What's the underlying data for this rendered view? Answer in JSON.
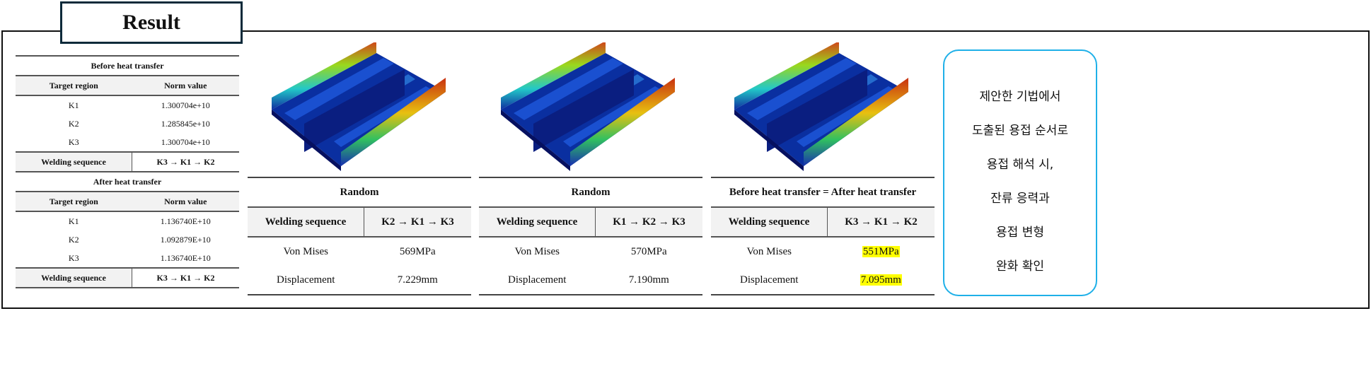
{
  "title": "Result",
  "left": {
    "before": {
      "title": "Before heat transfer",
      "headers": [
        "Target region",
        "Norm value"
      ],
      "rows": [
        [
          "K1",
          "1.300704e+10"
        ],
        [
          "K2",
          "1.285845e+10"
        ],
        [
          "K3",
          "1.300704e+10"
        ]
      ],
      "seq_label": "Welding sequence",
      "seq_value": "K3 → K1 → K2"
    },
    "after": {
      "title": "After heat transfer",
      "headers": [
        "Target region",
        "Norm value"
      ],
      "rows": [
        [
          "K1",
          "1.136740E+10"
        ],
        [
          "K2",
          "1.092879E+10"
        ],
        [
          "K3",
          "1.136740E+10"
        ]
      ],
      "seq_label": "Welding sequence",
      "seq_value": "K3 → K1 → K2"
    }
  },
  "panels": [
    {
      "title": "Random",
      "seq_label": "Welding sequence",
      "seq_value": "K2 → K1 → K3",
      "vm_label": "Von Mises",
      "vm": "569MPa",
      "disp_label": "Displacement",
      "disp": "7.229mm"
    },
    {
      "title": "Random",
      "seq_label": "Welding sequence",
      "seq_value": "K1 → K2 → K3",
      "vm_label": "Von Mises",
      "vm": "570MPa",
      "disp_label": "Displacement",
      "disp": "7.190mm"
    },
    {
      "title": "Before heat transfer = After heat transfer",
      "seq_label": "Welding sequence",
      "seq_value": "K3 → K1 → K2",
      "vm_label": "Von Mises",
      "vm": "551MPa",
      "disp_label": "Displacement",
      "disp": "7.095mm"
    }
  ],
  "note": [
    "제안한 기법에서",
    "도출된 용접 순서로",
    "용접 해석 시,",
    "잔류 응력과",
    "용접 변형",
    "완화 확인"
  ],
  "colors": {
    "highlight": "#ffff00",
    "note_border": "#1fb0e8"
  }
}
